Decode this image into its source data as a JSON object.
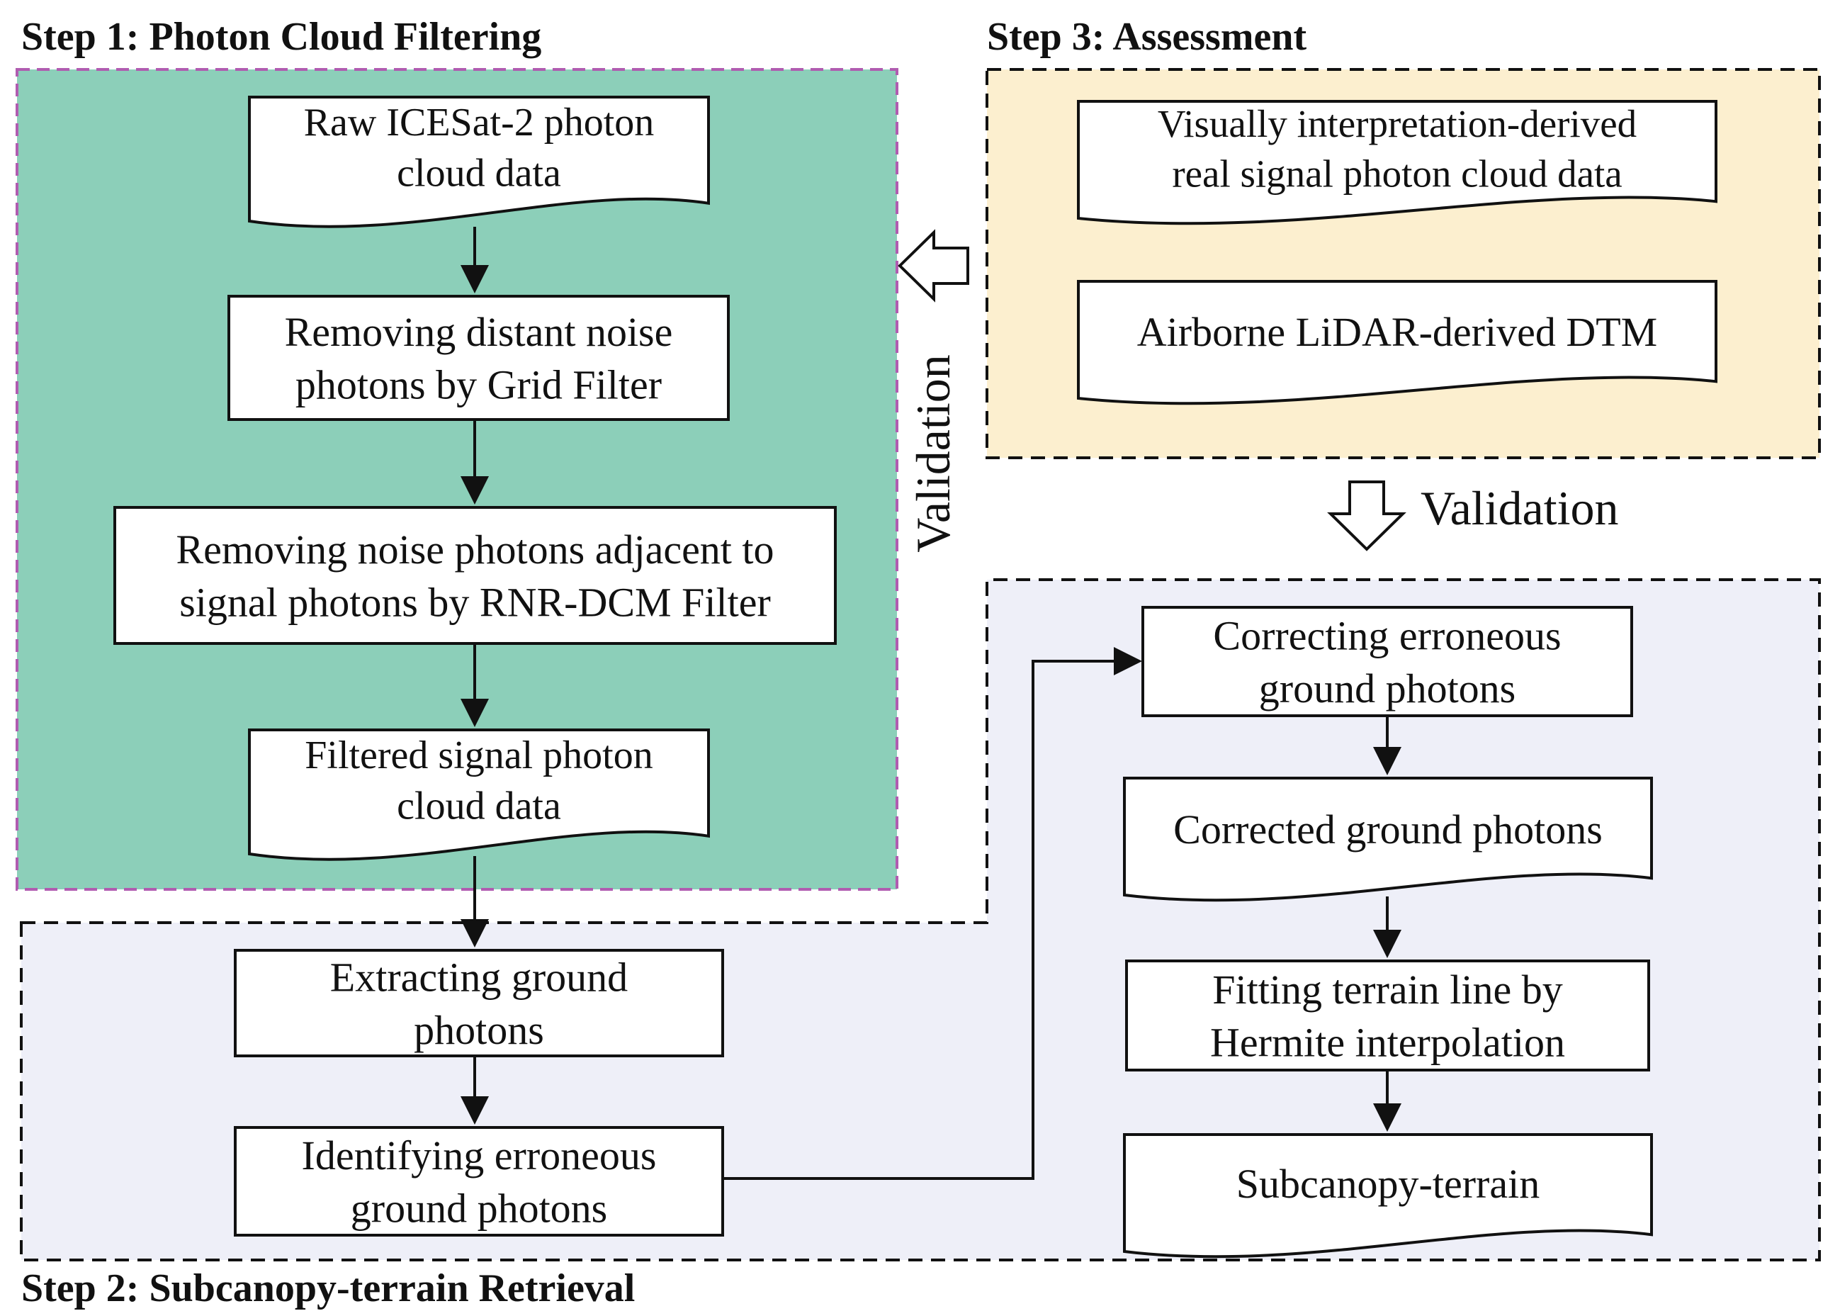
{
  "steps": {
    "step1_title": "Step 1: Photon Cloud Filtering",
    "step2_title": "Step 2: Subcanopy-terrain Retrieval",
    "step3_title": "Step 3: Assessment"
  },
  "step1": {
    "raw_data": [
      "Raw ICESat-2 photon",
      "cloud data"
    ],
    "grid_filter": [
      "Removing distant noise",
      "photons by Grid Filter"
    ],
    "rnr_filter": [
      "Removing noise photons adjacent to",
      "signal photons by RNR-DCM Filter"
    ],
    "filtered_data": [
      "Filtered signal photon",
      "cloud data"
    ]
  },
  "step2": {
    "extract": [
      "Extracting ground",
      "photons"
    ],
    "identify": [
      "Identifying erroneous",
      "ground photons"
    ],
    "correct": [
      "Correcting erroneous",
      "ground photons"
    ],
    "corrected": [
      "Corrected ground photons"
    ],
    "fitting": [
      "Fitting terrain line by",
      "Hermite interpolation"
    ],
    "subcanopy": [
      "Subcanopy-terrain"
    ]
  },
  "step3": {
    "visual": [
      "Visually interpretation-derived",
      "real signal photon cloud data"
    ],
    "lidar": [
      "Airborne LiDAR-derived DTM"
    ]
  },
  "validation_labels": {
    "vertical": "Validation",
    "horizontal": "Validation"
  },
  "colors": {
    "step1_fill": "#8ccfb9",
    "step1_border": "#b05cb0",
    "step2_fill": "#eeeff8",
    "step3_fill": "#fcefcf",
    "line": "#111111"
  }
}
